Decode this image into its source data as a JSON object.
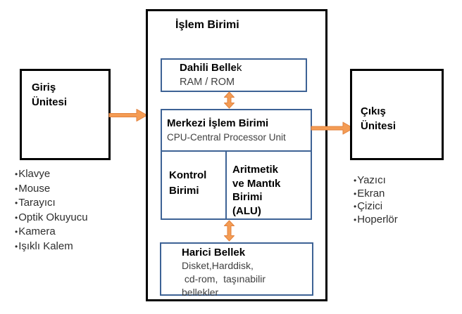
{
  "colors": {
    "box_border_blue": "#3D6295",
    "arrow_orange": "#F49C54",
    "arrow_orange_outline": "#E2823E",
    "outer_border_black": "#000000"
  },
  "bullet_char": "•",
  "processor_unit": {
    "title": "İşlem Birimi"
  },
  "input_unit": {
    "title": "Giriş\nÜnitesi",
    "devices": [
      "Klavye",
      "Mouse",
      "Tarayıcı",
      "Optik Okuyucu",
      "Kamera",
      "Işıklı Kalem"
    ]
  },
  "output_unit": {
    "title": "Çıkış\nÜnitesi",
    "devices": [
      "Yazıcı",
      "Ekran",
      "Çizici",
      "Hoperlör"
    ]
  },
  "internal_memory": {
    "title_bold": "Dahili Belle",
    "title_tail": "k",
    "subtitle": "RAM / ROM"
  },
  "cpu": {
    "title": "Merkezi İşlem Birimi",
    "subtitle": "CPU-Central Processor Unit",
    "control_unit": "Kontrol\nBirimi",
    "alu": "Aritmetik\nve Mantık\nBirimi\n(ALU)"
  },
  "external_memory": {
    "title": "Harici Bellek",
    "subtitle": "Disket,Harddisk,\n cd-rom,  taşınabilir\nbellekler"
  }
}
